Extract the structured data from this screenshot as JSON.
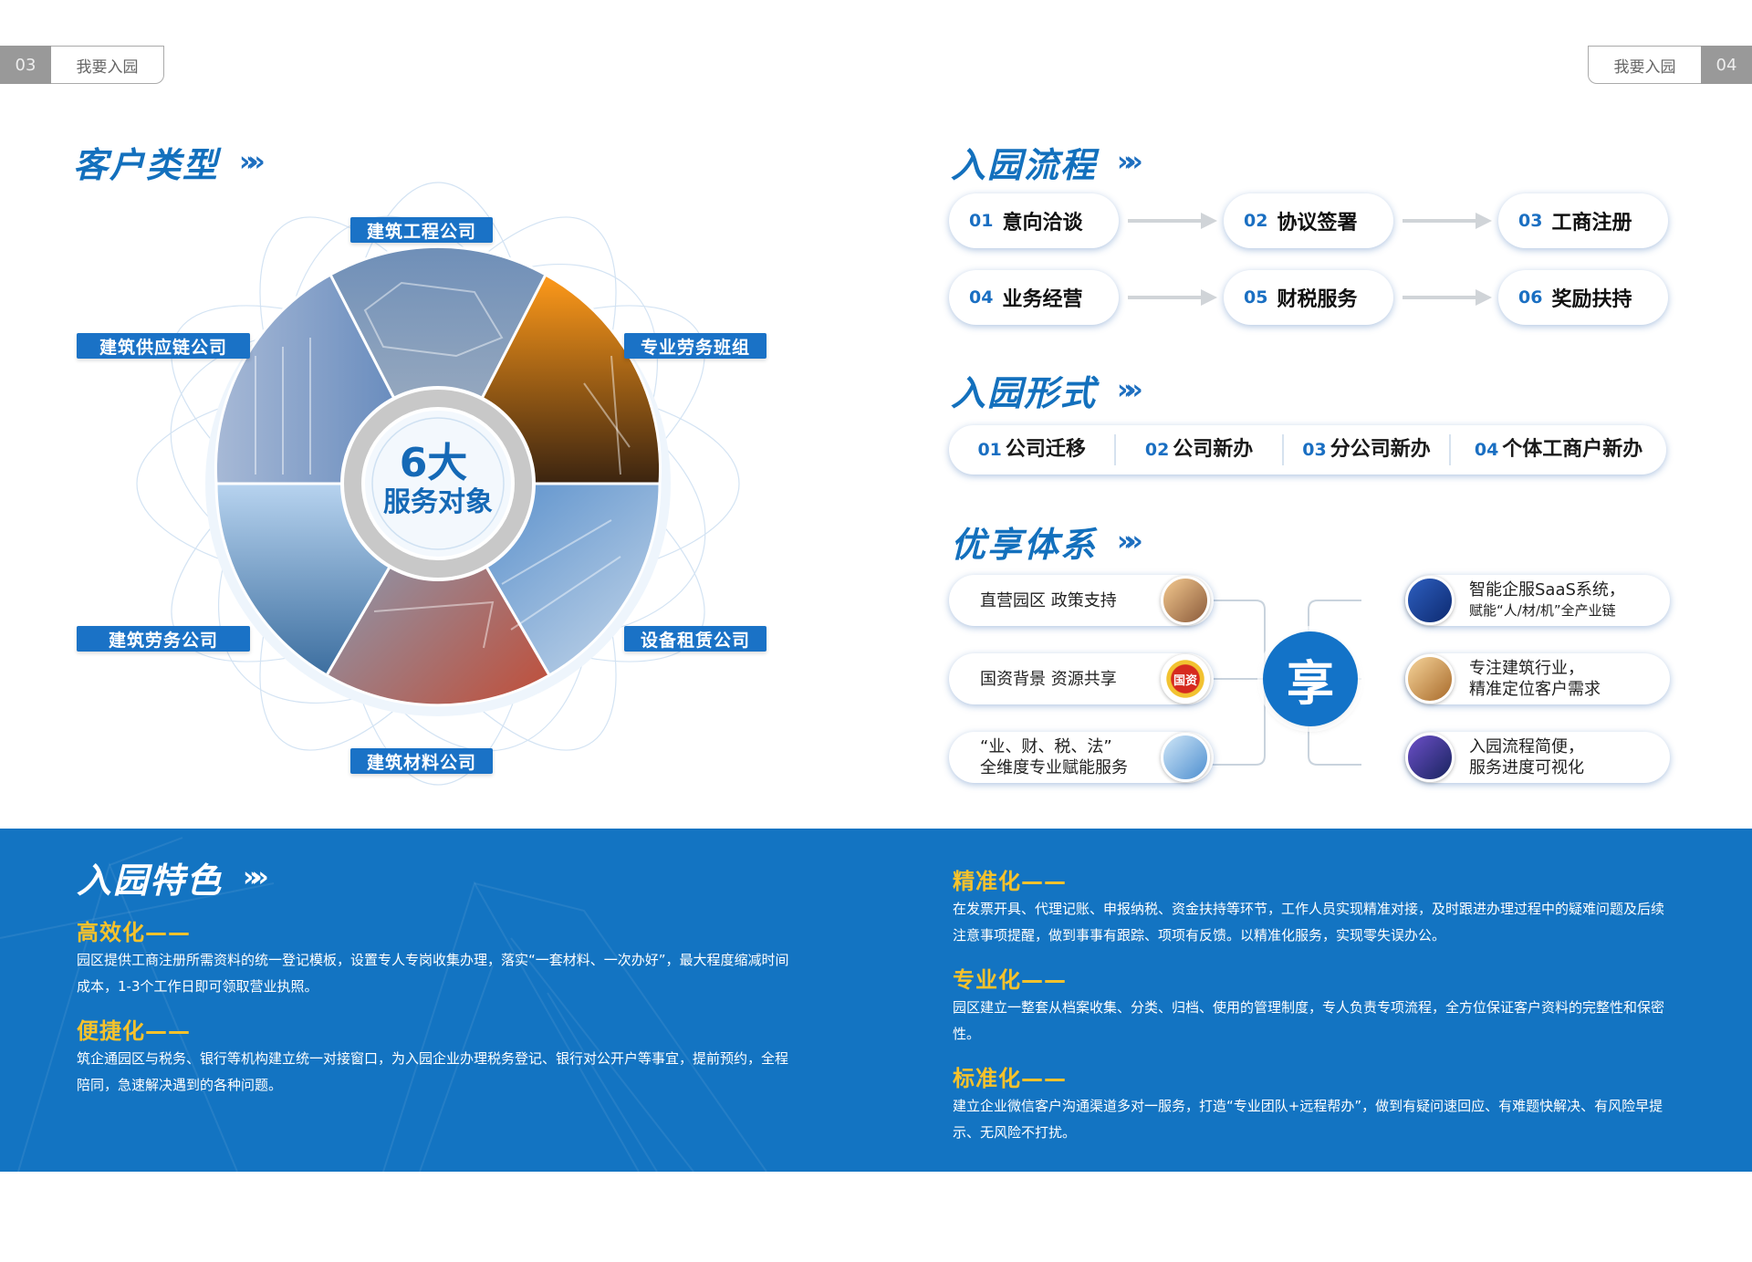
{
  "header": {
    "left": {
      "page": "03",
      "label": "我要入园"
    },
    "right": {
      "page": "04",
      "label": "我要入园"
    }
  },
  "customer_types": {
    "title": "客户类型",
    "center_line1": "6大",
    "center_line2": "服务对象",
    "labels": [
      "建筑工程公司",
      "建筑供应链公司",
      "专业劳务班组",
      "建筑劳务公司",
      "设备租赁公司",
      "建筑材料公司"
    ]
  },
  "process": {
    "title": "入园流程",
    "steps": [
      {
        "num": "01",
        "label": "意向洽谈"
      },
      {
        "num": "02",
        "label": "协议签署"
      },
      {
        "num": "03",
        "label": "工商注册"
      },
      {
        "num": "04",
        "label": "业务经营"
      },
      {
        "num": "05",
        "label": "财税服务"
      },
      {
        "num": "06",
        "label": "奖励扶持"
      }
    ]
  },
  "forms": {
    "title": "入园形式",
    "items": [
      {
        "num": "01",
        "label": "公司迁移"
      },
      {
        "num": "02",
        "label": "公司新办"
      },
      {
        "num": "03",
        "label": "分公司新办"
      },
      {
        "num": "04",
        "label": "个体工商户新办"
      }
    ]
  },
  "benefits": {
    "title": "优享体系",
    "center": "享",
    "badge": "国资",
    "left": [
      {
        "line1": "直营园区  政策支持",
        "line2": ""
      },
      {
        "line1": "国资背景  资源共享",
        "line2": ""
      },
      {
        "line1": "“业、财、税、法”",
        "line2": "全维度专业赋能服务"
      }
    ],
    "right": [
      {
        "line1": "智能企服SaaS系统，",
        "line2": "赋能“人/材/机”全产业链"
      },
      {
        "line1": "专注建筑行业，",
        "line2": "精准定位客户需求"
      },
      {
        "line1": "入园流程简便，",
        "line2": "服务进度可视化"
      }
    ]
  },
  "features": {
    "title": "入园特色",
    "items": [
      {
        "heading": "高效化——",
        "text": "园区提供工商注册所需资料的统一登记模板，设置专人专岗收集办理，落实“一套材料、一次办好”，最大程度缩减时间成本，1-3个工作日即可领取营业执照。"
      },
      {
        "heading": "便捷化——",
        "text": "筑企通园区与税务、银行等机构建立统一对接窗口，为入园企业办理税务登记、银行对公开户等事宜，提前预约，全程陪同，急速解决遇到的各种问题。"
      },
      {
        "heading": "精准化——",
        "text": "在发票开具、代理记账、申报纳税、资金扶持等环节，工作人员实现精准对接，及时跟进办理过程中的疑难问题及后续注意事项提醒，做到事事有跟踪、项项有反馈。以精准化服务，实现零失误办公。"
      },
      {
        "heading": "专业化——",
        "text": "园区建立一整套从档案收集、分类、归档、使用的管理制度，专人负责专项流程，全方位保证客户资料的完整性和保密性。"
      },
      {
        "heading": "标准化——",
        "text": "建立企业微信客户沟通渠道多对一服务，打造“专业团队+远程帮办”，做到有疑问速回应、有难题快解决、有风险早提示、无风险不打扰。"
      }
    ]
  },
  "arrow_glyph": "»»",
  "colors": {
    "primary": "#1374c2",
    "accent": "#f6c22c"
  }
}
